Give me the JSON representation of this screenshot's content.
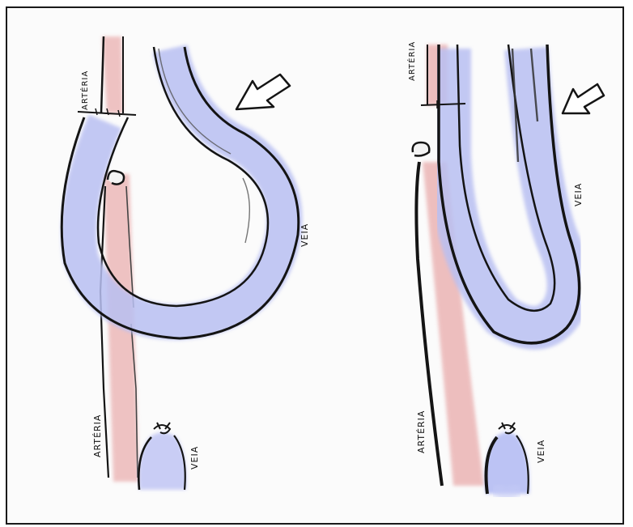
{
  "labels": {
    "left_artery_top": "ARTÉRIA",
    "left_vein_right": "VEIA",
    "left_artery_bottom": "ARTÉRIA",
    "left_vein_bottom": "VEIA",
    "right_artery_top": "ARTÉRIA",
    "right_vein_right": "VEIA",
    "right_artery_bottom": "ARTÉRIA",
    "right_vein_bottom": "VEIA"
  },
  "colors": {
    "artery": "#e9a7a7",
    "vein": "#b9c0f2",
    "ink": "#141414"
  }
}
